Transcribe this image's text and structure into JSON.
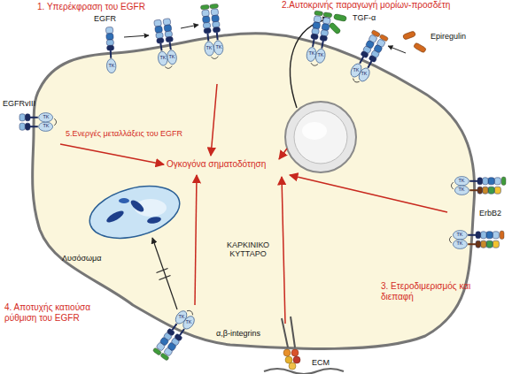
{
  "diagram": {
    "nodes": [
      {
        "text": [
          "ΚΑΡΚΙΝΙΚΟ ΚΥΤΤΑΡΟ"
        ]
      },
      {
        "text": [
          "Λυσόσωμα"
        ],
        "in": 0
      }
    ],
    "labels": [
      "1. Υπερέκφραση του EGFR",
      "EGFR",
      "2.Αυτοκρινής παραγωγή μορίων-προσδέτη",
      "TGF-α",
      "Epiregulin",
      "EGFRvIII",
      "5.Ενεργές μεταλλάξεις του EGFR",
      "Ογκογόνα σηματοδότηση",
      "ErbB2",
      "3. Ετεροδιμερισμός και διεπαφή",
      "4. Αποτυχής κατιούσα ρύθμιση του EGFR",
      "α,β-integrins",
      "ECM",
      "TK",
      "TK",
      "TK",
      "TK",
      "TK",
      "TK",
      "TK",
      "TK",
      "TK",
      "TK",
      "TK",
      "TK",
      "TK",
      "TK",
      "TK",
      "TK",
      "TK"
    ]
  }
}
